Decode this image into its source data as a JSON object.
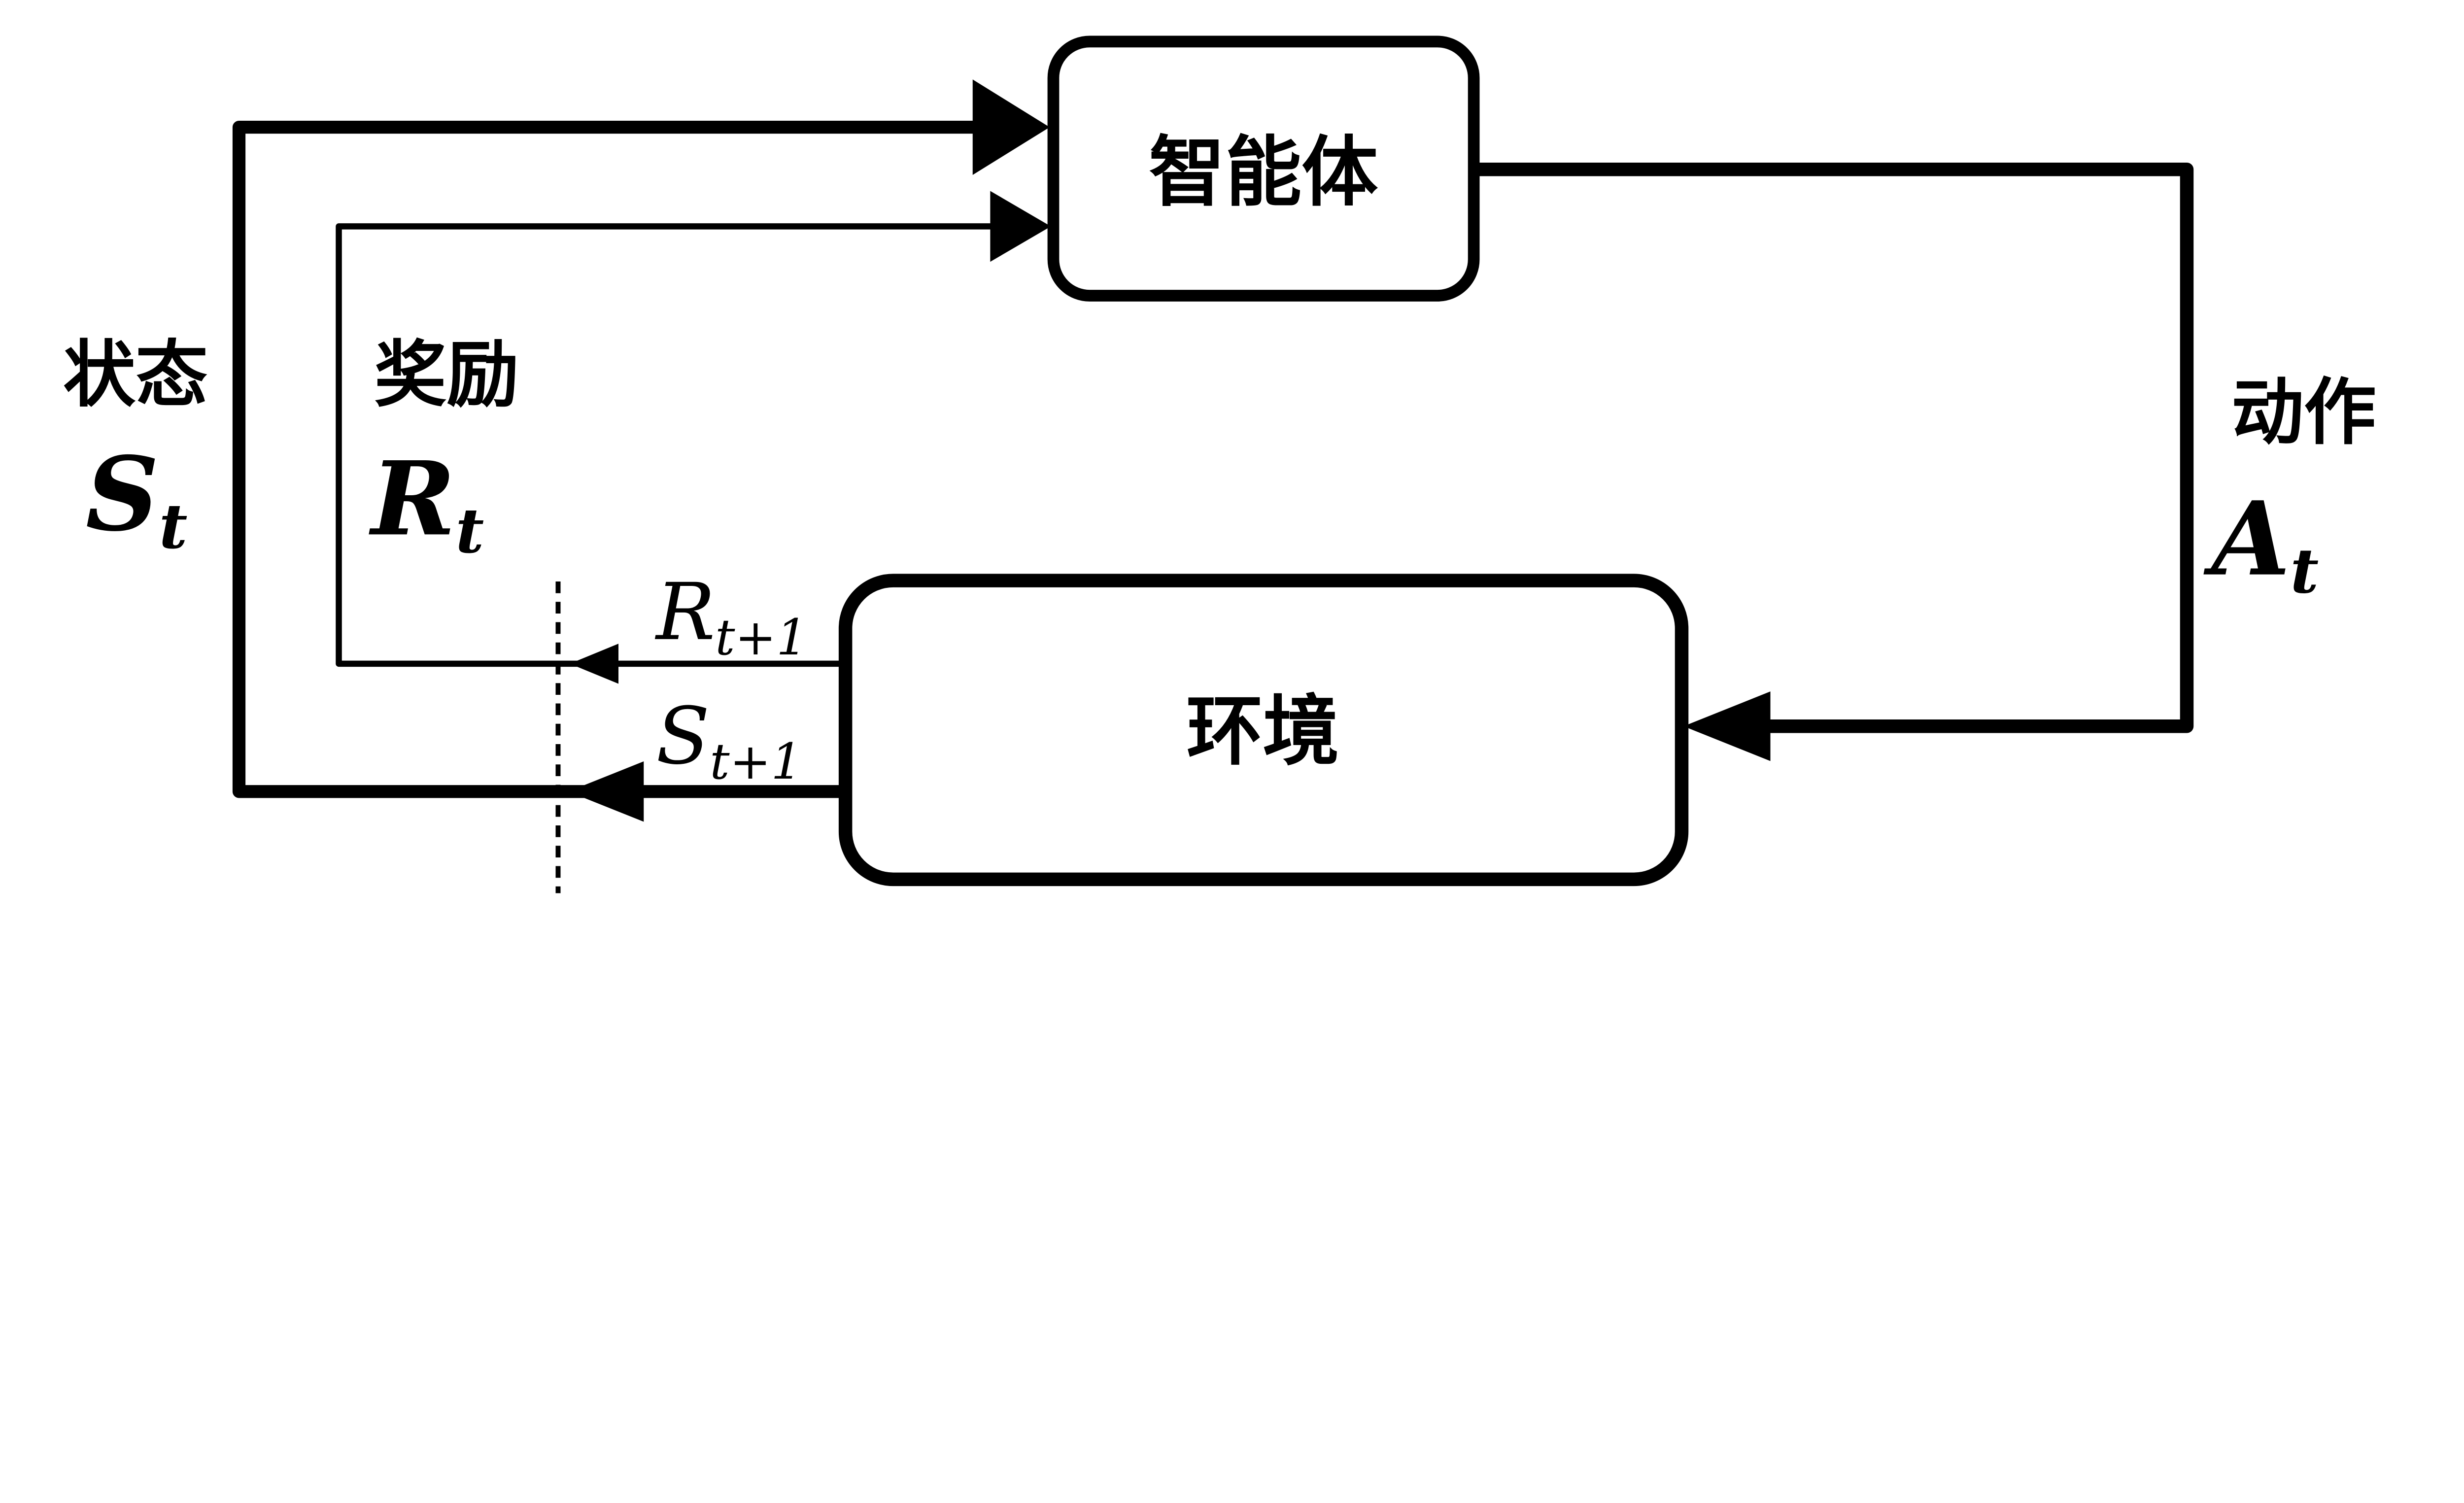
{
  "diagram": {
    "background_color": "#ffffff",
    "line_color": "#000000",
    "agent": {
      "label": "智能体"
    },
    "environment": {
      "label": "环境"
    },
    "state": {
      "word": "状态",
      "base": "S",
      "sub": "t"
    },
    "reward": {
      "word": "奖励",
      "base": "R",
      "sub": "t"
    },
    "action": {
      "word": "动作",
      "base": "A",
      "sub": "t"
    },
    "next_reward": {
      "base": "R",
      "sub": "t+1"
    },
    "next_state": {
      "base": "S",
      "sub": "t+1"
    }
  }
}
